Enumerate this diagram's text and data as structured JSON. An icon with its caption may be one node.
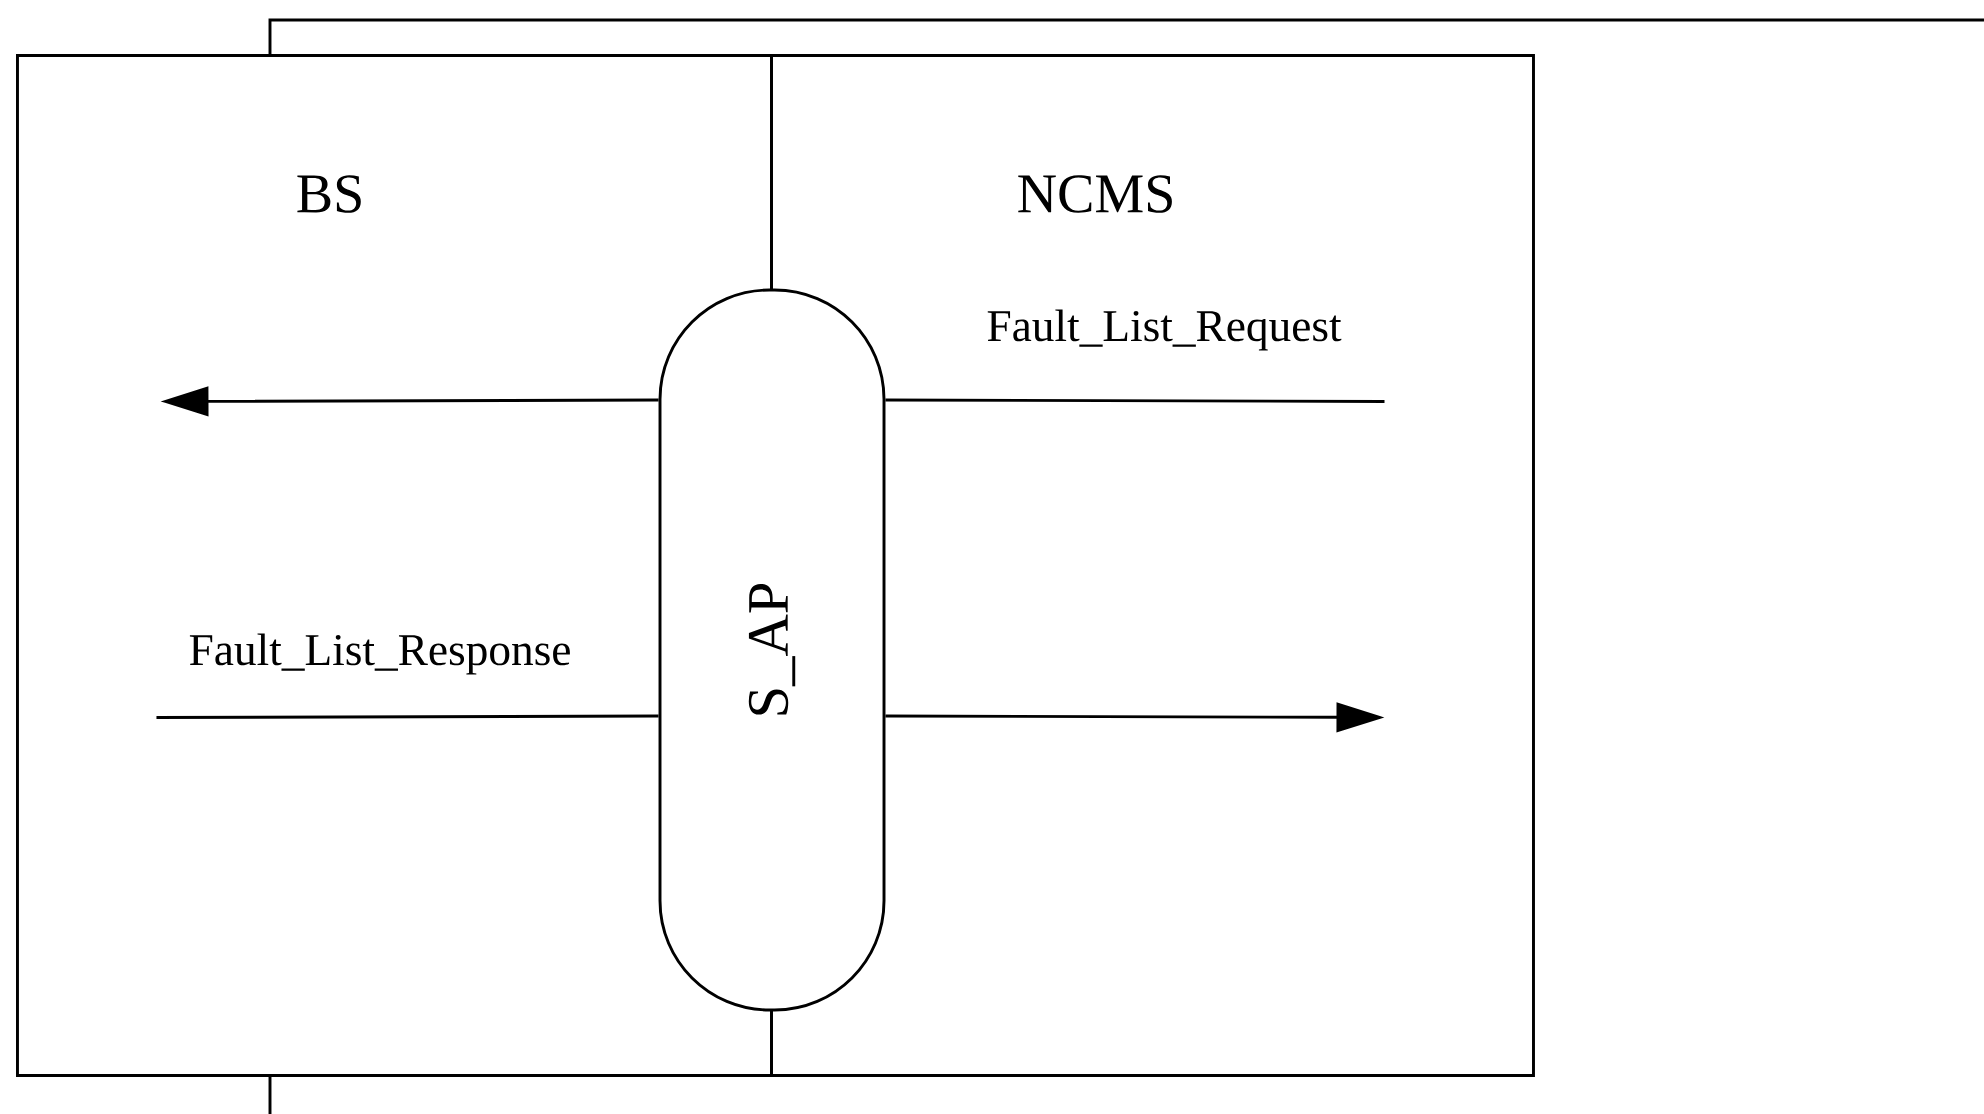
{
  "diagram": {
    "nodes": [
      {
        "text": [
          "BS"
        ]
      },
      {
        "text": [
          "NCMS"
        ]
      },
      {
        "text": [
          "S_AP"
        ]
      }
    ],
    "edges": [
      {
        "from": 2,
        "to": 0,
        "arrow": "to"
      },
      {
        "from": 1,
        "to": 2,
        "arrow": "none",
        "label": "Fault_List_Request"
      },
      {
        "from": 0,
        "to": 2,
        "arrow": "none",
        "label": "Fault_List_Response"
      },
      {
        "from": 2,
        "to": 1,
        "arrow": "to"
      }
    ]
  }
}
